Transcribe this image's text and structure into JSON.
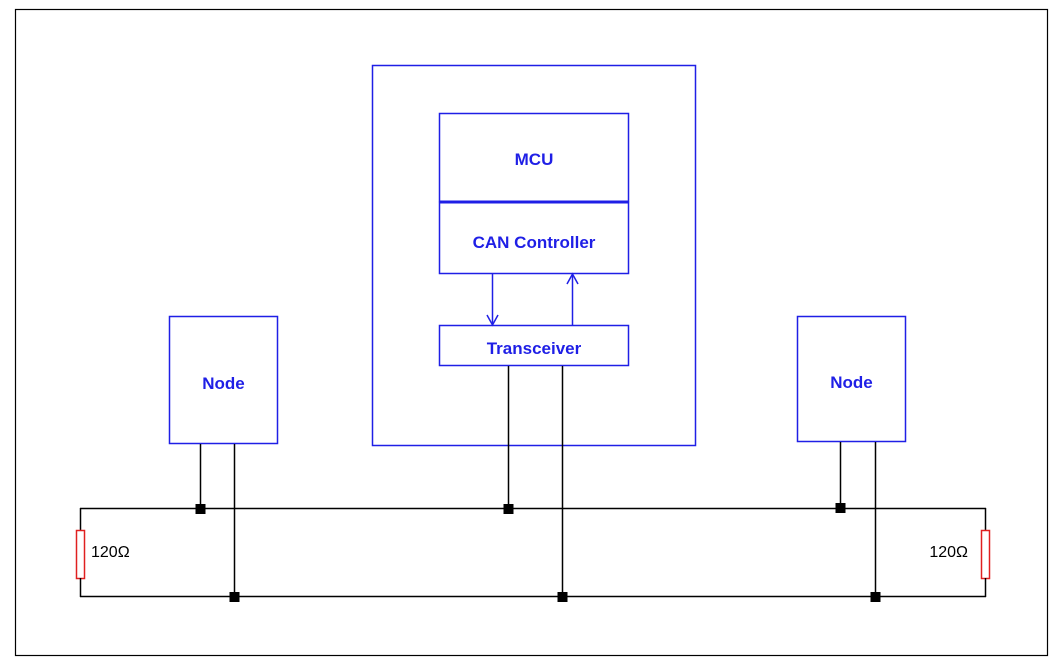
{
  "diagram": {
    "mcu_label": "MCU",
    "can_controller_label": "CAN Controller",
    "transceiver_label": "Transceiver",
    "node_left_label": "Node",
    "node_right_label": "Node",
    "resistor_left_label": "120Ω",
    "resistor_right_label": "120Ω"
  },
  "colors": {
    "box_stroke": "#1f1fe6",
    "text": "#1f1fe6",
    "wire": "#000000",
    "resistor": "#e02020"
  }
}
